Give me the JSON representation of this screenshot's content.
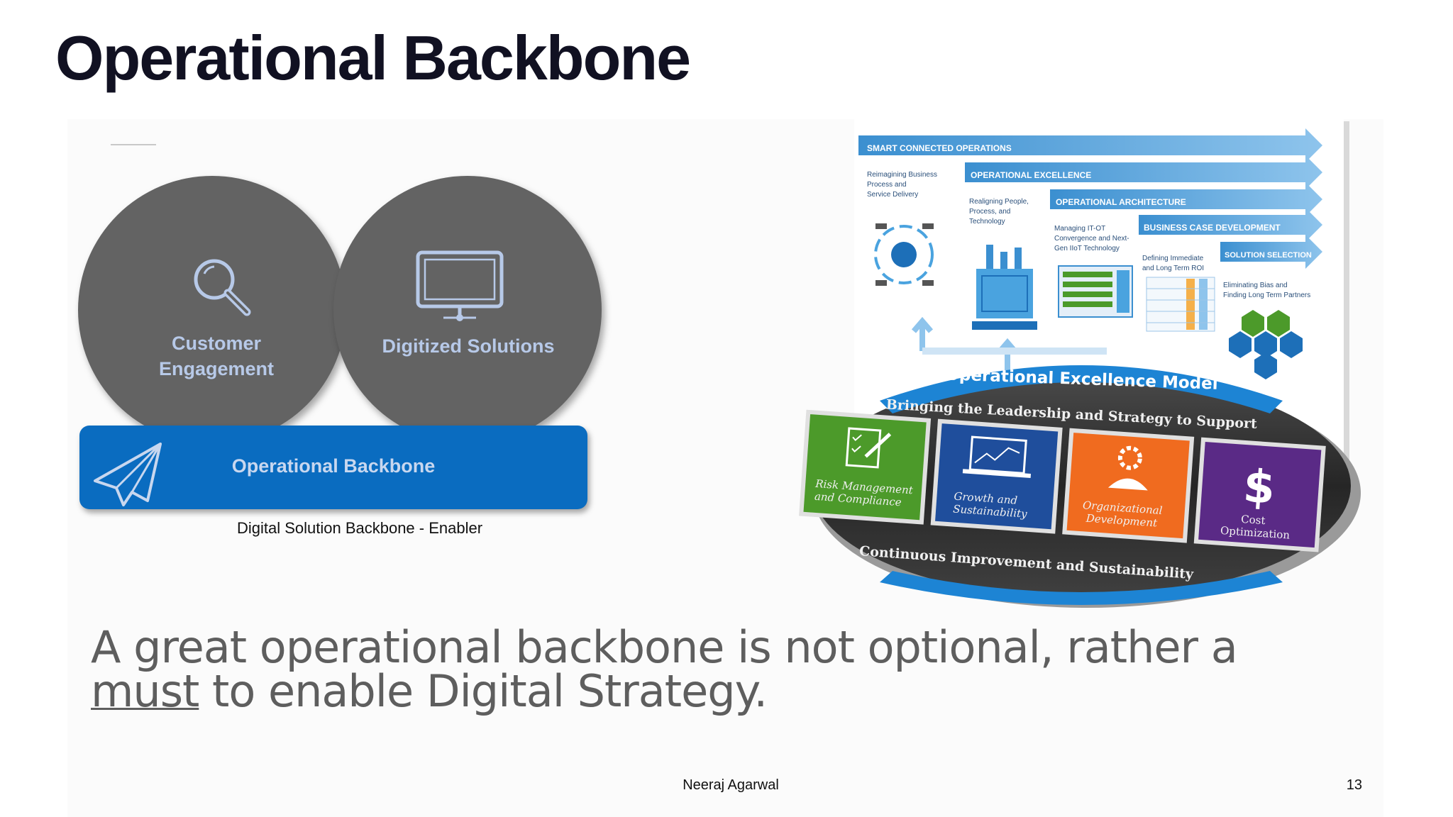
{
  "slide": {
    "title": "Operational Backbone",
    "page_number": "13",
    "author": "Neeraj Agarwal"
  },
  "diagram": {
    "circle_left_line1": "Customer",
    "circle_left_line2": "Engagement",
    "circle_right": "Digitized Solutions",
    "band": "Operational Backbone",
    "caption": "Digital Solution Backbone - Enabler",
    "colors": {
      "circle": "#636363",
      "band": "#0a6cc0",
      "label": "#b7c9e8"
    }
  },
  "model_image": {
    "steps": [
      {
        "title": "SMART CONNECTED OPERATIONS",
        "desc": [
          "Reimagining Business",
          "Process and",
          "Service Delivery"
        ]
      },
      {
        "title": "OPERATIONAL EXCELLENCE",
        "desc": [
          "Realigning People,",
          "Process, and",
          "Technology"
        ]
      },
      {
        "title": "OPERATIONAL ARCHITECTURE",
        "desc": [
          "Managing IT-OT",
          "Convergence and Next-",
          "Gen IIoT Technology"
        ]
      },
      {
        "title": "BUSINESS CASE DEVELOPMENT",
        "desc": [
          "Defining Immediate",
          "and Long Term ROI"
        ]
      },
      {
        "title": "SOLUTION SELECTION",
        "desc": [
          "Eliminating Bias and",
          "Finding Long Term Partners"
        ]
      }
    ],
    "ring_title": "Operational Excellence Model",
    "ring_top_text": "Bringing the Leadership and Strategy to Support",
    "ring_bottom_text": "Continuous Improvement and Sustainability",
    "tiles": [
      {
        "label1": "Risk Management",
        "label2": "and Compliance",
        "color": "#4c9a2a",
        "icon": "checklist-icon"
      },
      {
        "label1": "Growth and",
        "label2": "Sustainability",
        "color": "#1f4e9c",
        "icon": "laptop-chart-icon"
      },
      {
        "label1": "Organizational",
        "label2": "Development",
        "color": "#f06b1f",
        "icon": "gear-person-icon"
      },
      {
        "label1": "Cost",
        "label2": "Optimization",
        "color": "#5a2a86",
        "icon": "dollar-icon"
      }
    ]
  },
  "quote": {
    "part1": "A great operational backbone is not optional, rather a",
    "must": "must",
    "part2": " to enable Digital Strategy."
  }
}
